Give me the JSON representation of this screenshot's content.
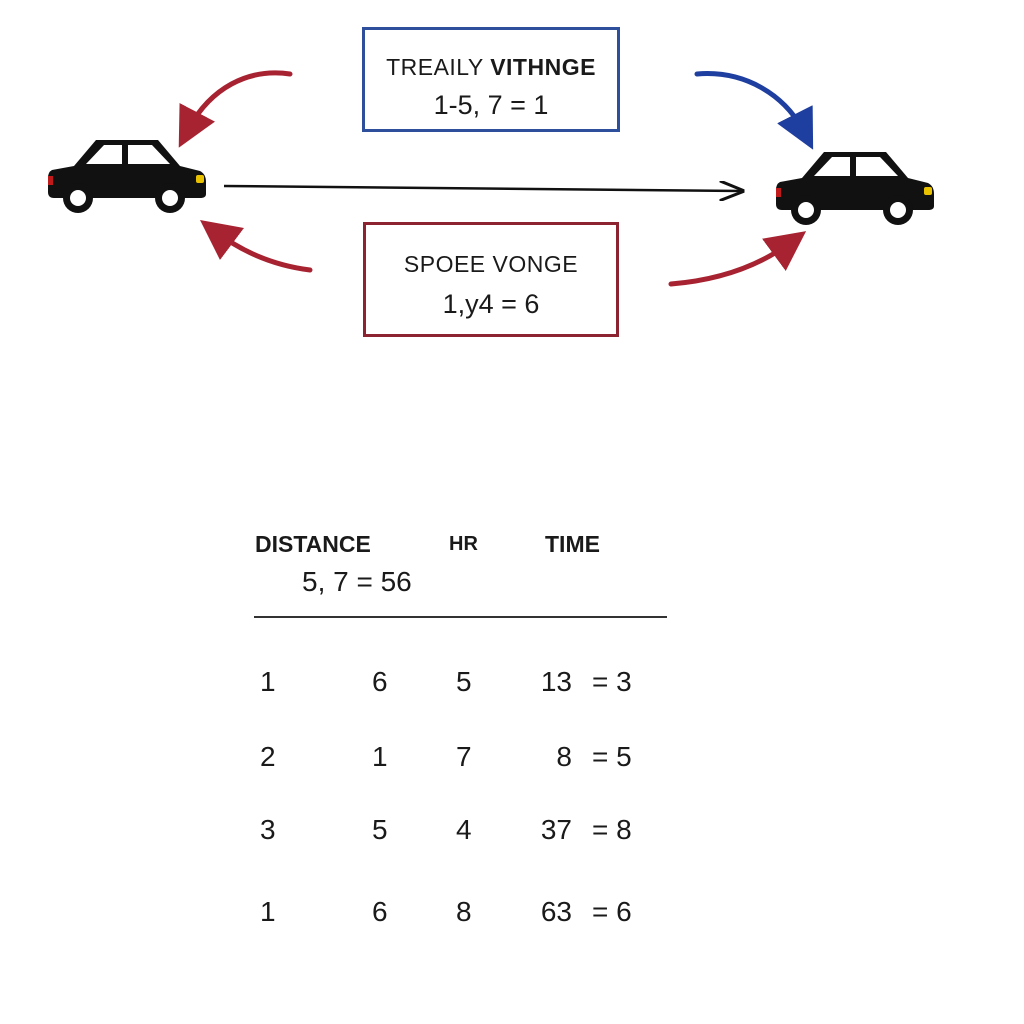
{
  "top_box": {
    "title_normal": "TREAILY ",
    "title_bold": "VITHNGE",
    "equation": "1-5, 7 = 1",
    "border_color": "#2e4f9c"
  },
  "bottom_box": {
    "title": "SPOEE VONGE",
    "equation": "1,y4 = 6",
    "border_color": "#8c2330"
  },
  "icons": [
    "car-left-icon",
    "car-right-icon"
  ],
  "arrow_colors": {
    "red": "#a82331",
    "blue": "#1f3fa0",
    "black": "#111111"
  },
  "table": {
    "headers": [
      "DISTANCE",
      "HR",
      "TIME"
    ],
    "header_equation": "5, 7 = 56",
    "rows": [
      [
        "1",
        "6",
        "5",
        "13",
        "= 3"
      ],
      [
        "2",
        "1",
        "7",
        "8",
        "= 5"
      ],
      [
        "3",
        "5",
        "4",
        "37",
        "= 8"
      ],
      [
        "1",
        "6",
        "8",
        "63",
        "= 6"
      ]
    ]
  }
}
